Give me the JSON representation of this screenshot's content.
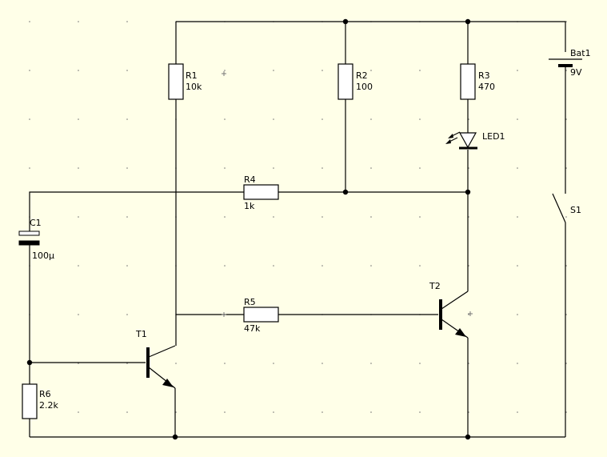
{
  "canvas": {
    "background": "#FFFFE8",
    "grid_color": "#777777"
  },
  "components": {
    "r1": {
      "ref": "R1",
      "value": "10k"
    },
    "r2": {
      "ref": "R2",
      "value": "100"
    },
    "r3": {
      "ref": "R3",
      "value": "470"
    },
    "r4": {
      "ref": "R4",
      "value": "1k"
    },
    "r5": {
      "ref": "R5",
      "value": "47k"
    },
    "r6": {
      "ref": "R6",
      "value": "2.2k"
    },
    "c1": {
      "ref": "C1",
      "value": "100µ"
    },
    "led1": {
      "ref": "LED1"
    },
    "t1": {
      "ref": "T1"
    },
    "t2": {
      "ref": "T2"
    },
    "bat1": {
      "ref": "Bat1",
      "value": "9V"
    },
    "s1": {
      "ref": "S1"
    }
  }
}
